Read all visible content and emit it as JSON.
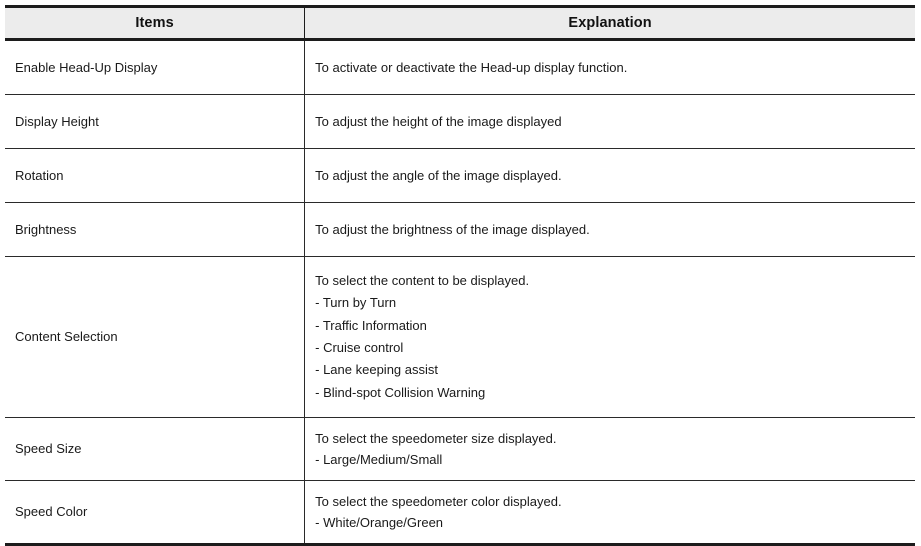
{
  "table": {
    "headers": {
      "items": "Items",
      "explanation": "Explanation"
    },
    "rows": [
      {
        "item": "Enable Head-Up Display",
        "explanation_lines": [
          "To activate or deactivate the Head-up display function."
        ]
      },
      {
        "item": "Display Height",
        "explanation_lines": [
          "To adjust the height of the image displayed"
        ]
      },
      {
        "item": "Rotation",
        "explanation_lines": [
          "To adjust the angle of the image displayed."
        ]
      },
      {
        "item": "Brightness",
        "explanation_lines": [
          "To adjust the brightness of the image displayed."
        ]
      },
      {
        "item": "Content Selection",
        "explanation_lines": [
          "To select the content to be displayed.",
          "- Turn by Turn",
          "- Traffic Information",
          "- Cruise control",
          "- Lane keeping assist",
          "- Blind-spot Collision Warning"
        ]
      },
      {
        "item": "Speed Size",
        "explanation_lines": [
          "To select the speedometer size displayed.",
          "- Large/Medium/Small"
        ]
      },
      {
        "item": "Speed Color",
        "explanation_lines": [
          "To select the speedometer color displayed.",
          "- White/Orange/Green"
        ]
      }
    ]
  },
  "colors": {
    "header_background": "#ececec",
    "border": "#1c1c1c",
    "text": "#1a1a1a",
    "page_background": "#ffffff"
  }
}
